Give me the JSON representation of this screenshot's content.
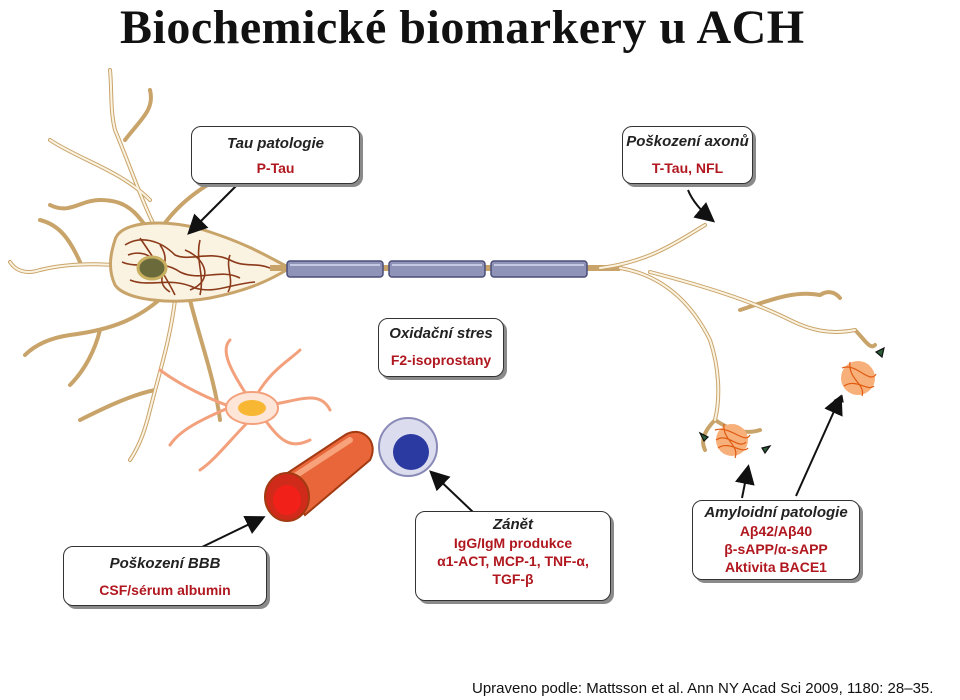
{
  "title": "Biochemické biomarkery u ACH",
  "caption": "Upraveno podle: Mattsson et al. Ann NY Acad Sci 2009, 1180: 28–35.",
  "boxes": {
    "tau": {
      "heading": "Tau patologie",
      "lines": [
        "P-Tau"
      ]
    },
    "axon": {
      "heading": "Poškození axonů",
      "lines": [
        "T-Tau, NFL"
      ]
    },
    "oxid": {
      "heading": "Oxidační stres",
      "lines": [
        "F2-isoprostany"
      ]
    },
    "bbb": {
      "heading": "Poškození BBB",
      "lines": [
        "CSF/sérum albumin"
      ]
    },
    "zanet": {
      "heading": "Zánět",
      "lines": [
        "IgG/IgM produkce",
        "α1-ACT, MCP-1, TNF-α,",
        "TGF-β"
      ]
    },
    "amyl": {
      "heading": "Amyloidní patologie",
      "lines": [
        "Aβ42/Aβ40",
        "β-sAPP/α-sAPP",
        "Aktivita BACE1"
      ]
    }
  },
  "colors": {
    "neuron_fill": "#fbf3e2",
    "neuron_stroke": "#c9a46a",
    "myelin": "#8f93b8",
    "tangles": "#8b3a1a",
    "astrocyte": "#f3a07c",
    "vessel": "#e8663a",
    "lymphocyte": "#2b3aa0",
    "plaque": "#f07a2a",
    "text_red": "#b0171f"
  }
}
